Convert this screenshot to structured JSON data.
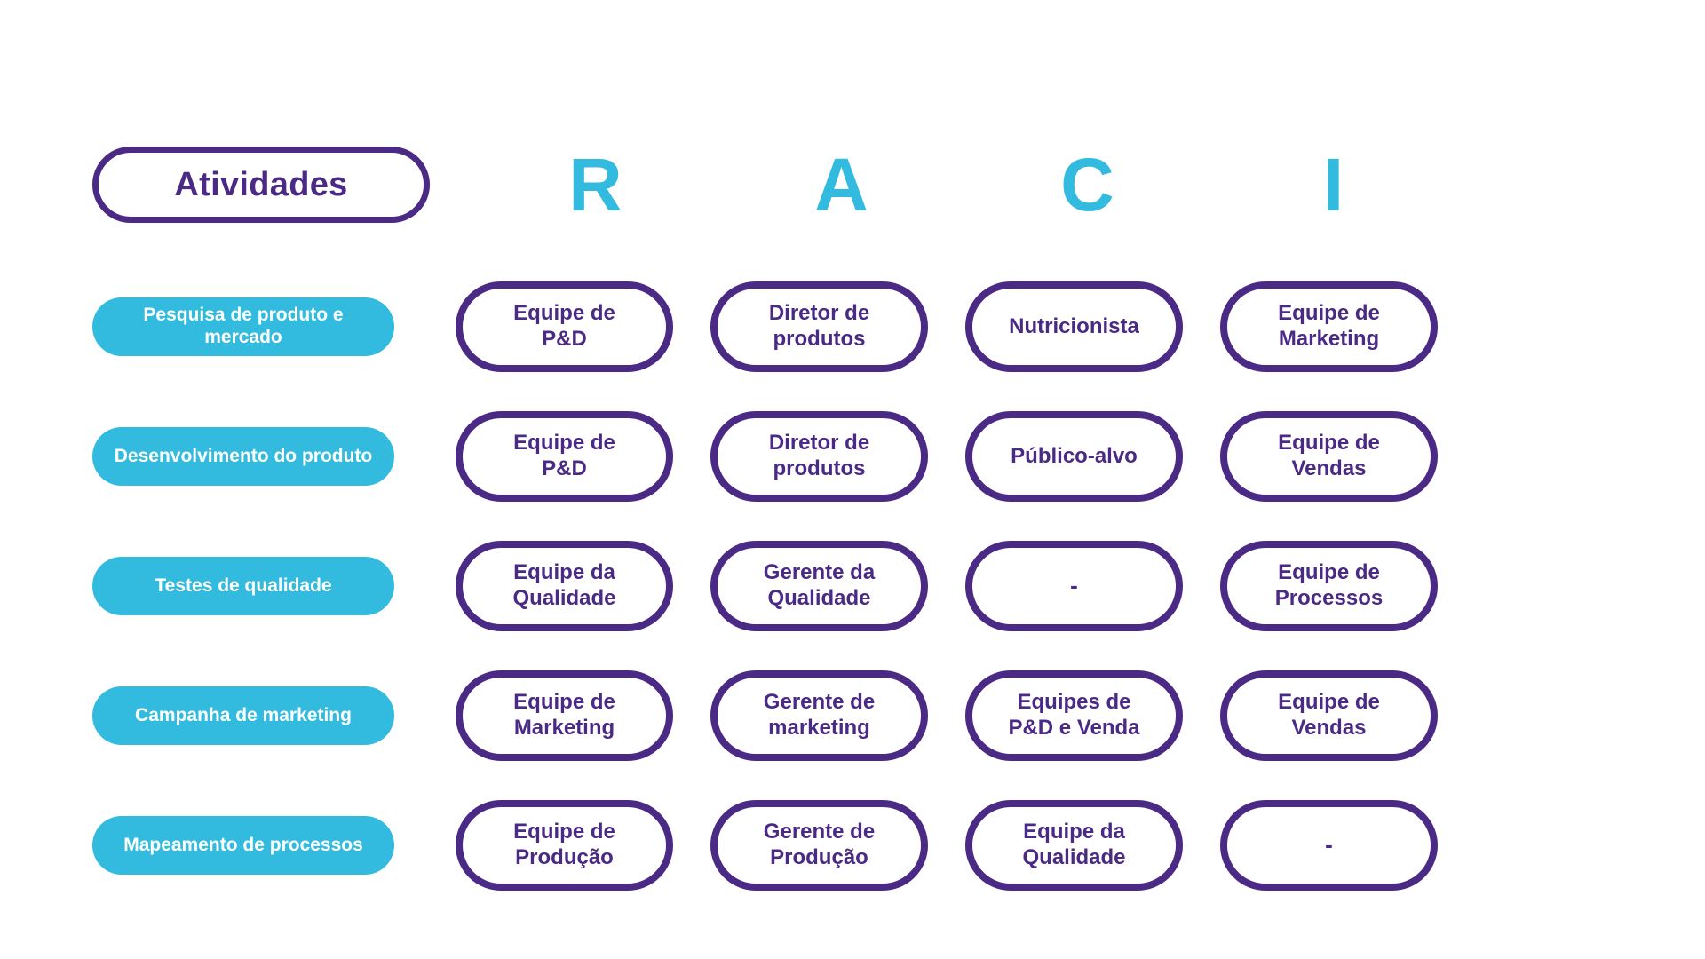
{
  "header": {
    "activities_label": "Atividades",
    "raci_letters": [
      "R",
      "A",
      "C",
      "I"
    ]
  },
  "colors": {
    "purple": "#4A2A85",
    "cyan": "#33BBDF",
    "white": "#FFFFFF"
  },
  "rows": [
    {
      "activity": "Pesquisa de\nproduto e mercado",
      "R": "Equipe de\nP&D",
      "A": "Diretor de\nprodutos",
      "C": "Nutricionista",
      "I": "Equipe de\nMarketing"
    },
    {
      "activity": "Desenvolvimento\ndo produto",
      "R": "Equipe de\nP&D",
      "A": "Diretor de\nprodutos",
      "C": "Público-alvo",
      "I": "Equipe de\nVendas"
    },
    {
      "activity": "Testes de\nqualidade",
      "R": "Equipe da\nQualidade",
      "A": "Gerente da\nQualidade",
      "C": "-",
      "I": "Equipe de\nProcessos"
    },
    {
      "activity": "Campanha de\nmarketing",
      "R": "Equipe de\nMarketing",
      "A": "Gerente de\nmarketing",
      "C": "Equipes de\nP&D e Venda",
      "I": "Equipe de\nVendas"
    },
    {
      "activity": "Mapeamento de\nprocessos",
      "R": "Equipe de\nProdução",
      "A": "Gerente de\nProdução",
      "C": "Equipe da\nQualidade",
      "I": "-"
    }
  ]
}
